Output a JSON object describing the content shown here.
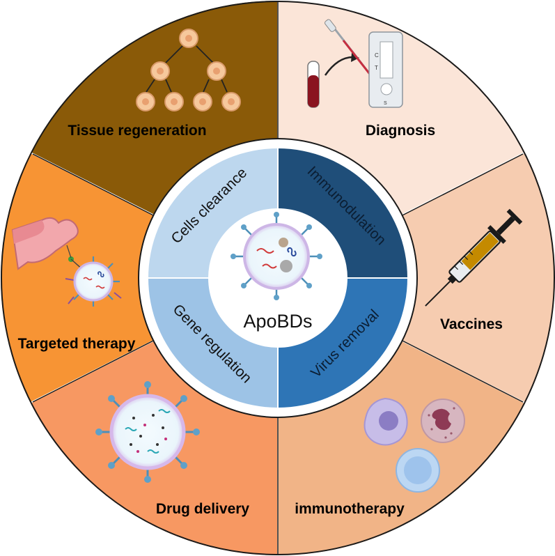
{
  "center": {
    "label": "ApoBDs"
  },
  "outer_segments": [
    {
      "key": "tissue",
      "label": "Tissue regeneration",
      "color": "#8a5a08"
    },
    {
      "key": "diagnosis",
      "label": "Diagnosis",
      "color": "#fbe5d8"
    },
    {
      "key": "vaccines",
      "label": "Vaccines",
      "color": "#f6ccb0"
    },
    {
      "key": "immuno",
      "label": "immunotherapy",
      "color": "#f1b487"
    },
    {
      "key": "drug",
      "label": "Drug delivery",
      "color": "#f79862"
    },
    {
      "key": "targeted",
      "label": "Targeted therapy",
      "color": "#f79434"
    }
  ],
  "inner_segments": [
    {
      "key": "cells",
      "label": "Cells clearance",
      "color": "#bdd7ee"
    },
    {
      "key": "immunodulation",
      "label": "Immunodulation",
      "color": "#1f4e79"
    },
    {
      "key": "virus",
      "label": "Virus removal",
      "color": "#2e75b6"
    },
    {
      "key": "gene",
      "label": "Gene regulation",
      "color": "#9dc3e6"
    }
  ],
  "test_strip": {
    "c_mark": "C",
    "t_mark": "T",
    "s_mark": "S"
  },
  "colors": {
    "ring_border": "#ffffff",
    "center_fill": "#ffffff"
  }
}
